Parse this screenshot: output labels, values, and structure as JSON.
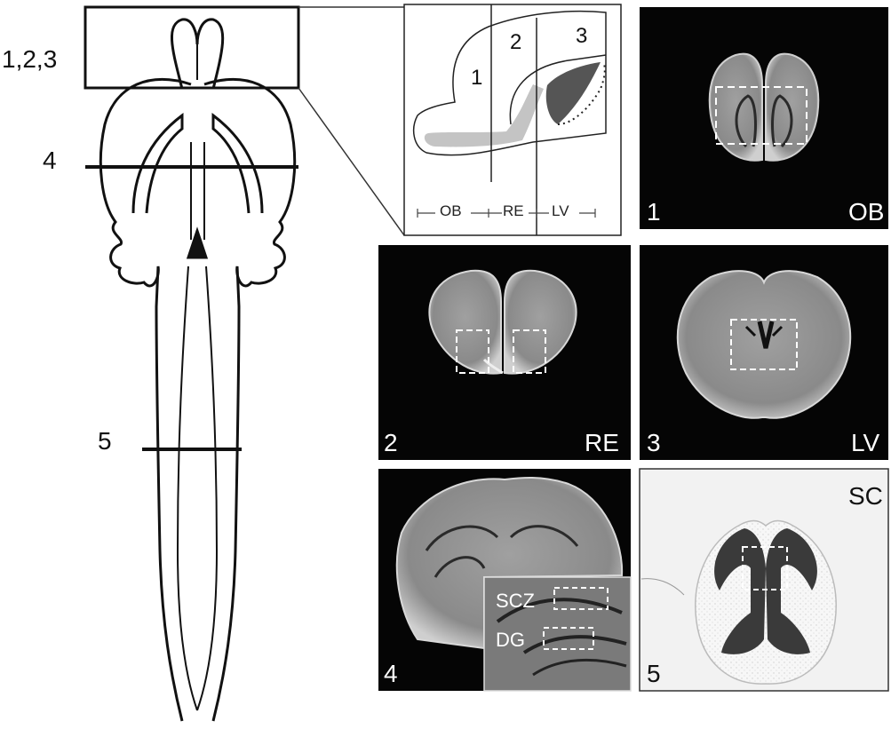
{
  "brain": {
    "levels": [
      "1,2,3",
      "4",
      "5"
    ]
  },
  "schematic": {
    "region_numbers": [
      "1",
      "2",
      "3"
    ],
    "bottom_labels": [
      "OB",
      "RE",
      "LV"
    ]
  },
  "panels": [
    {
      "number": "1",
      "label": "OB"
    },
    {
      "number": "2",
      "label": "RE"
    },
    {
      "number": "3",
      "label": "LV"
    },
    {
      "number": "4",
      "label": "",
      "inset_labels": [
        "SCZ",
        "DG"
      ]
    },
    {
      "number": "5",
      "label": "SC"
    }
  ],
  "colors": {
    "dark_panel": "#050505",
    "light_panel": "#f2f2f2",
    "tissue_light": "#8a8a8a",
    "tissue_dark": "#3a3a3a",
    "outline": "#111111",
    "dashed_box": "#ffffff",
    "schematic_fill_light": "#c4c4c4",
    "schematic_fill_dark": "#555555"
  }
}
